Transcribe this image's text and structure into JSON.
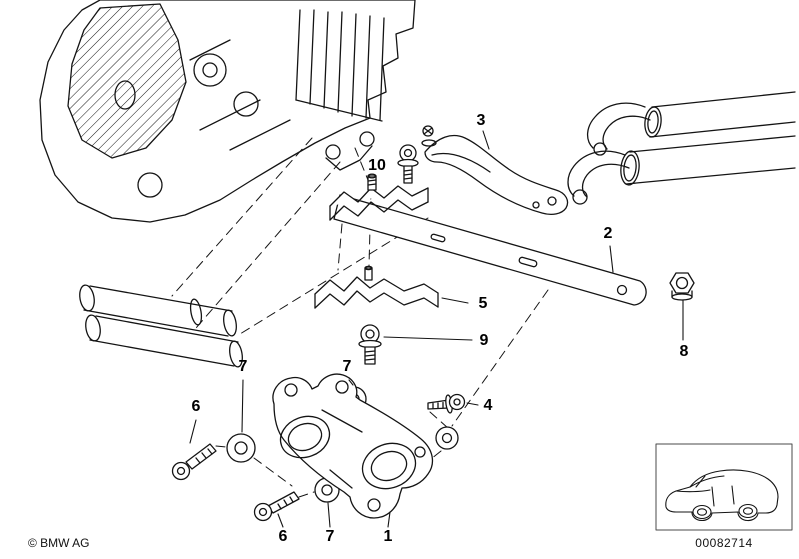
{
  "footer": {
    "copyright": "© BMW AG",
    "diagram_id": "00082714"
  },
  "callouts": [
    {
      "label": "10"
    },
    {
      "label": "3"
    },
    {
      "label": "2"
    },
    {
      "label": "5"
    },
    {
      "label": "9"
    },
    {
      "label": "8"
    },
    {
      "label": "7"
    },
    {
      "label": "7"
    },
    {
      "label": "4"
    },
    {
      "label": "6"
    },
    {
      "label": "6"
    },
    {
      "label": "7"
    },
    {
      "label": "1"
    }
  ],
  "icons": {
    "drawing": "exhaust-suspension-parts-line-drawing",
    "thumbnail": "car-silhouette-icon"
  },
  "colors": {
    "background": "#ffffff",
    "line": "#141414"
  }
}
